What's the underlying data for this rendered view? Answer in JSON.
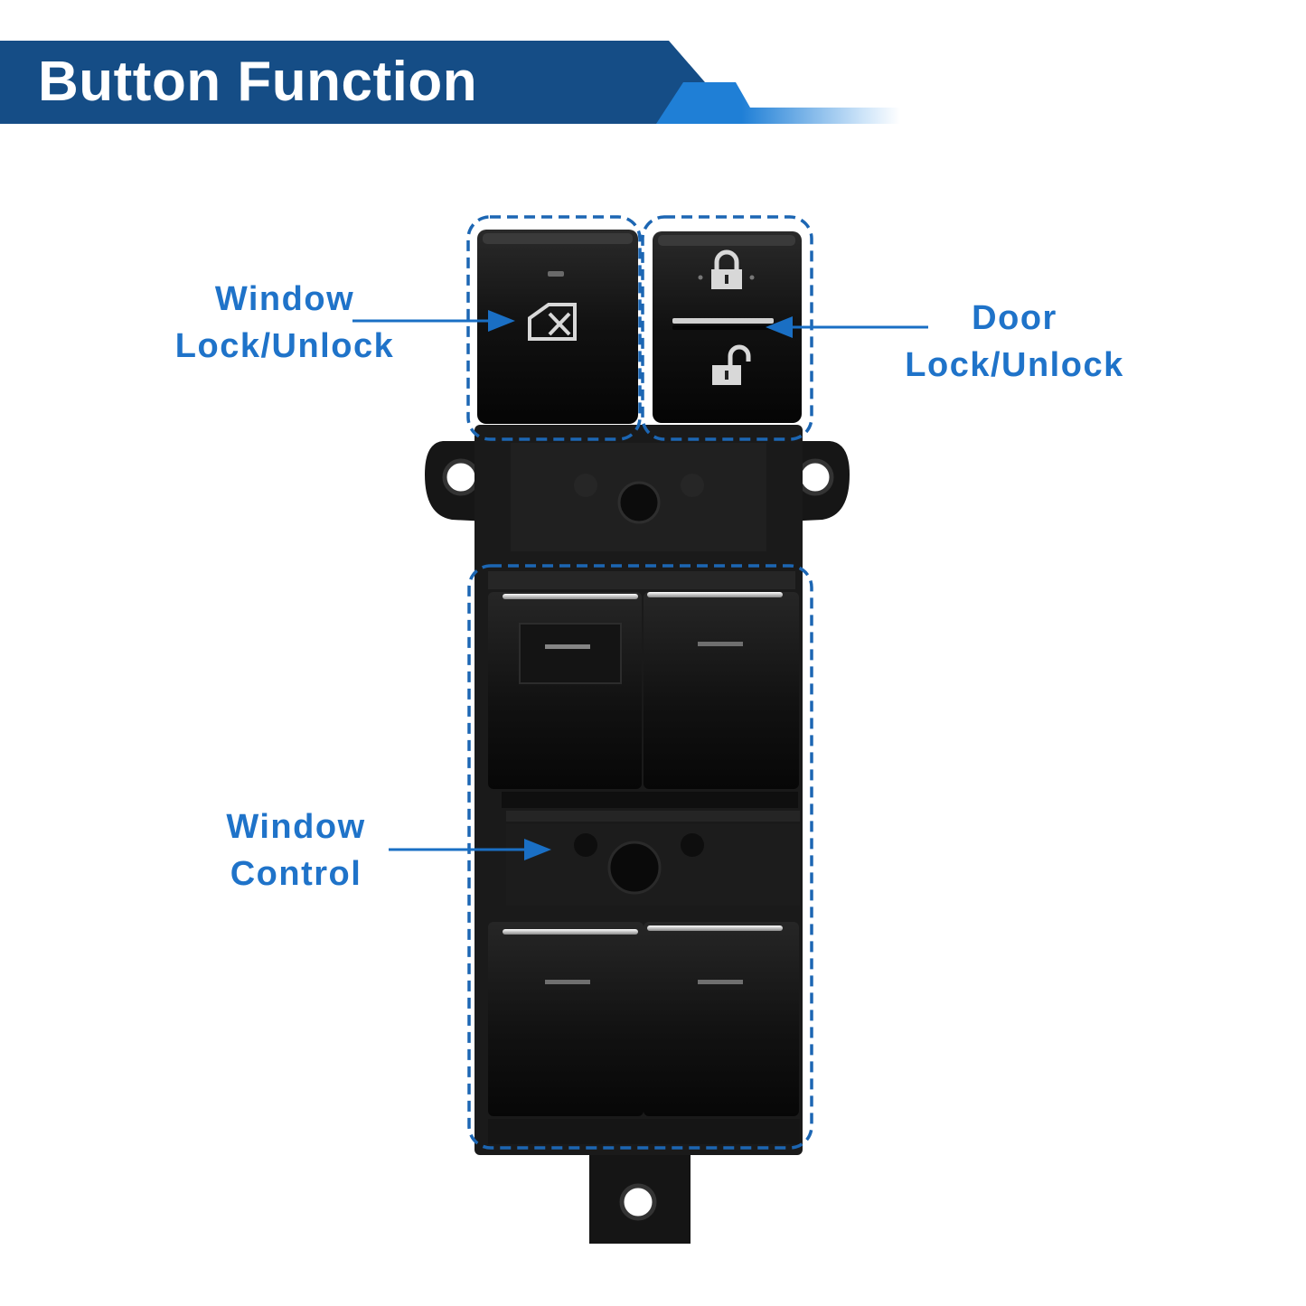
{
  "banner": {
    "title": "Button Function"
  },
  "labels": {
    "window_lock": {
      "line1": "Window",
      "line2": "Lock/Unlock"
    },
    "door_lock": {
      "line1": "Door",
      "line2": "Lock/Unlock"
    },
    "window_control": {
      "line1": "Window",
      "line2": "Control"
    }
  },
  "colors": {
    "banner": "#154d86",
    "accent": "#1f7fd6",
    "label": "#1f73c9",
    "callout": "#1a6fc4"
  },
  "icons": [
    "window-lock-icon",
    "lock-icon",
    "unlock-icon"
  ]
}
